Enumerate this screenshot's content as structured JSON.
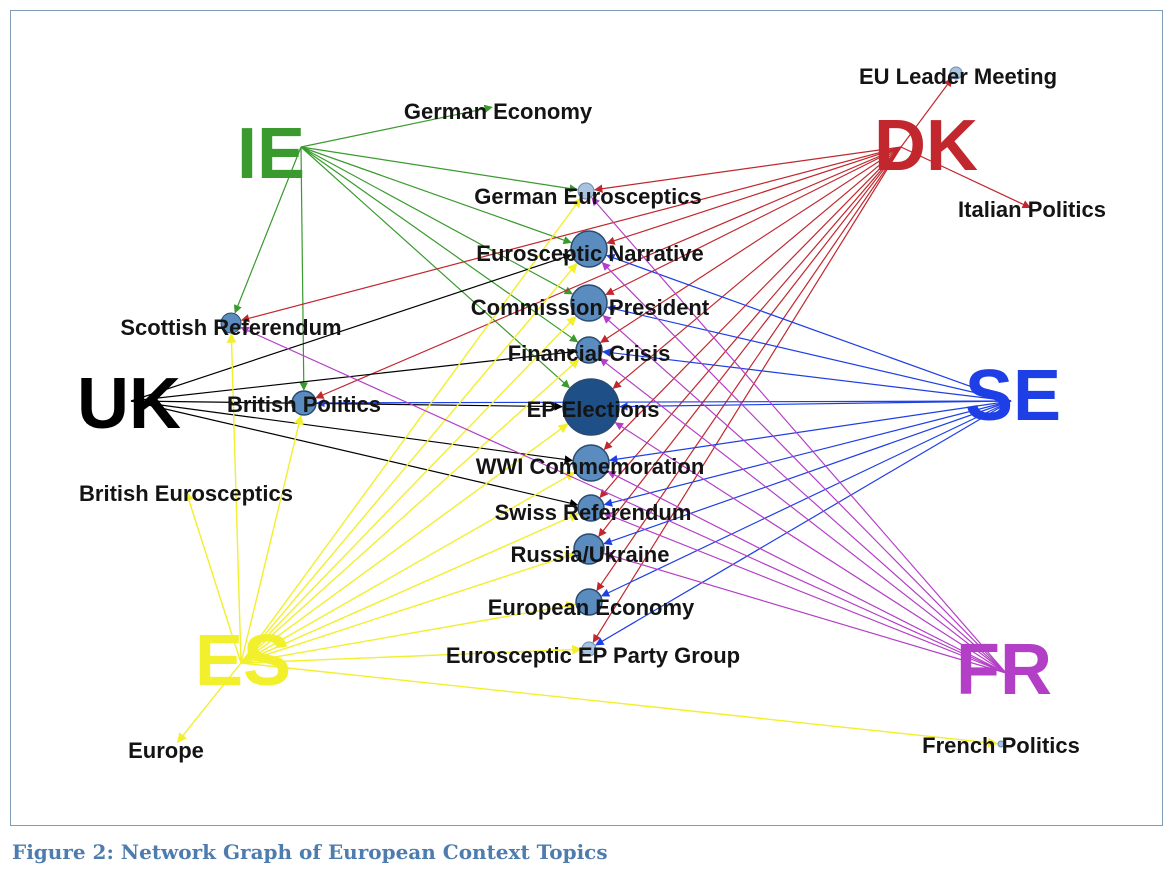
{
  "caption": "Figure 2: Network Graph of European Context Topics",
  "countries": [
    {
      "id": "IE",
      "label": "IE",
      "color": "#3a9a2e"
    },
    {
      "id": "DK",
      "label": "DK",
      "color": "#c1272d"
    },
    {
      "id": "UK",
      "label": "UK",
      "color": "#000000"
    },
    {
      "id": "SE",
      "label": "SE",
      "color": "#1e3fe6"
    },
    {
      "id": "ES",
      "label": "ES",
      "color": "#f2ef2c"
    },
    {
      "id": "FR",
      "label": "FR",
      "color": "#b43fc7"
    }
  ],
  "topics": [
    {
      "id": "german_economy",
      "label": "German Economy"
    },
    {
      "id": "eu_leader_meeting",
      "label": "EU Leader Meeting"
    },
    {
      "id": "german_eurosceptics",
      "label": "German Eurosceptics"
    },
    {
      "id": "italian_politics",
      "label": "Italian Politics"
    },
    {
      "id": "eurosceptic_narrative",
      "label": "Eurosceptic Narrative"
    },
    {
      "id": "commission_president",
      "label": "Commission President"
    },
    {
      "id": "scottish_referendum",
      "label": "Scottish Referendum"
    },
    {
      "id": "financial_crisis",
      "label": "Financial Crisis"
    },
    {
      "id": "british_politics",
      "label": "British Politics"
    },
    {
      "id": "ep_elections",
      "label": "EP Elections"
    },
    {
      "id": "wwi_commemoration",
      "label": "WWI Commemoration"
    },
    {
      "id": "british_eurosceptics",
      "label": "British Eurosceptics"
    },
    {
      "id": "swiss_referendum",
      "label": "Swiss Referendum"
    },
    {
      "id": "russia_ukraine",
      "label": "Russia/Ukraine"
    },
    {
      "id": "european_economy",
      "label": "European Economy"
    },
    {
      "id": "eurosceptic_ep_party_group",
      "label": "Eurosceptic EP Party Group"
    },
    {
      "id": "europe",
      "label": "Europe"
    },
    {
      "id": "french_politics",
      "label": "French Politics"
    }
  ],
  "edges": [
    {
      "from": "IE",
      "to": [
        "german_economy",
        "german_eurosceptics",
        "eurosceptic_narrative",
        "commission_president",
        "financial_crisis",
        "ep_elections",
        "scottish_referendum",
        "british_politics"
      ]
    },
    {
      "from": "DK",
      "to": [
        "eu_leader_meeting",
        "italian_politics",
        "german_eurosceptics",
        "eurosceptic_narrative",
        "commission_president",
        "financial_crisis",
        "ep_elections",
        "wwi_commemoration",
        "swiss_referendum",
        "russia_ukraine",
        "european_economy",
        "eurosceptic_ep_party_group",
        "scottish_referendum",
        "british_politics"
      ]
    },
    {
      "from": "UK",
      "to": [
        "eurosceptic_narrative",
        "financial_crisis",
        "ep_elections",
        "wwi_commemoration",
        "swiss_referendum"
      ]
    },
    {
      "from": "SE",
      "to": [
        "eurosceptic_narrative",
        "commission_president",
        "financial_crisis",
        "ep_elections",
        "wwi_commemoration",
        "swiss_referendum",
        "russia_ukraine",
        "european_economy",
        "eurosceptic_ep_party_group",
        "british_politics"
      ]
    },
    {
      "from": "ES",
      "to": [
        "german_eurosceptics",
        "eurosceptic_narrative",
        "commission_president",
        "financial_crisis",
        "ep_elections",
        "wwi_commemoration",
        "swiss_referendum",
        "russia_ukraine",
        "european_economy",
        "eurosceptic_ep_party_group",
        "scottish_referendum",
        "british_politics",
        "british_eurosceptics",
        "europe",
        "french_politics"
      ]
    },
    {
      "from": "FR",
      "to": [
        "german_eurosceptics",
        "eurosceptic_narrative",
        "commission_president",
        "financial_crisis",
        "ep_elections",
        "wwi_commemoration",
        "swiss_referendum",
        "russia_ukraine",
        "scottish_referendum"
      ]
    }
  ],
  "node_color": "#5b8cbf",
  "hub_node_color": "#1e4f86"
}
